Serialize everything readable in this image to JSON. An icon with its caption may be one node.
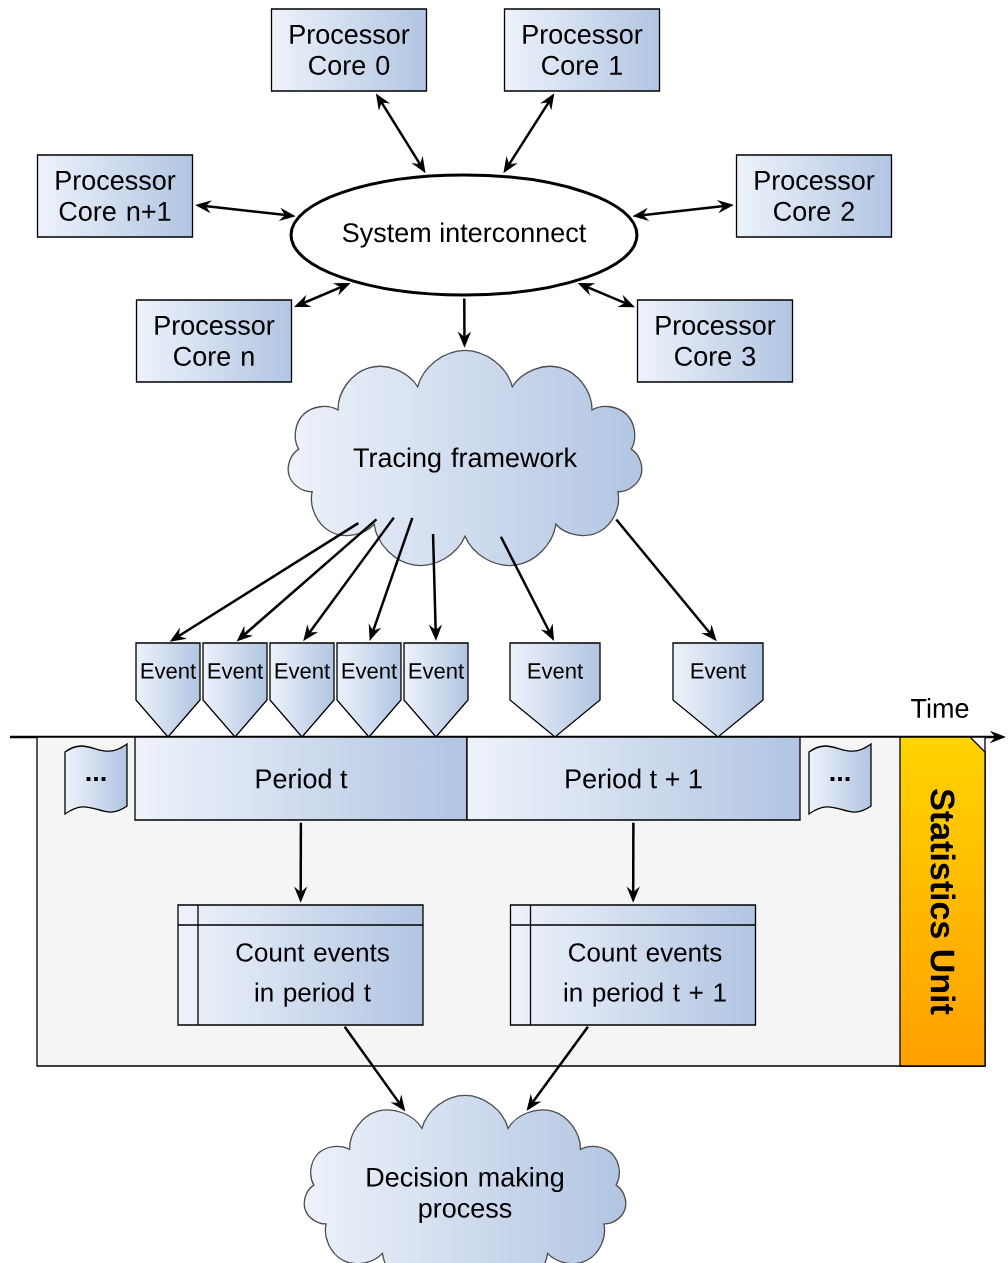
{
  "diagram": {
    "nodes": [
      {
        "text": [
          "Processor Core 0"
        ]
      },
      {
        "text": [
          "Processor Core 1"
        ]
      },
      {
        "text": [
          "Processor Core n+1"
        ]
      },
      {
        "text": [
          "System interconnect"
        ]
      },
      {
        "text": [
          "Processor Core 2"
        ]
      },
      {
        "text": [
          "Processor Core n"
        ]
      },
      {
        "text": [
          "Processor Core 3"
        ]
      },
      {
        "text": [
          "Tracing framework"
        ]
      },
      {
        "text": [
          "Event"
        ]
      },
      {
        "text": [
          "Event"
        ]
      },
      {
        "text": [
          "Event"
        ]
      },
      {
        "text": [
          "Event"
        ]
      },
      {
        "text": [
          "Event"
        ]
      },
      {
        "text": [
          "Event"
        ]
      },
      {
        "text": [
          "Event"
        ]
      },
      {
        "text": [
          "Statistics Unit"
        ]
      },
      {
        "text": [
          "..."
        ],
        "in": 15
      },
      {
        "text": [
          "Period t"
        ],
        "in": 15
      },
      {
        "text": [
          "Period t + 1"
        ],
        "in": 15
      },
      {
        "text": [
          "..."
        ],
        "in": 15
      },
      {
        "text": [
          "Count events in period t"
        ],
        "in": 15
      },
      {
        "text": [
          "Count events in period t + 1"
        ],
        "in": 15
      },
      {
        "text": [
          "Decision making process"
        ]
      }
    ],
    "edges": [
      {
        "from": 0,
        "to": 3,
        "arrow": "both"
      },
      {
        "from": 1,
        "to": 3,
        "arrow": "both"
      },
      {
        "from": 2,
        "to": 3,
        "arrow": "both"
      },
      {
        "from": 4,
        "to": 3,
        "arrow": "both"
      },
      {
        "from": 5,
        "to": 3,
        "arrow": "both"
      },
      {
        "from": 6,
        "to": 3,
        "arrow": "both"
      },
      {
        "from": 3,
        "to": 7,
        "arrow": "to"
      },
      {
        "from": 7,
        "to": 8,
        "arrow": "to"
      },
      {
        "from": 7,
        "to": 9,
        "arrow": "to"
      },
      {
        "from": 7,
        "to": 10,
        "arrow": "to"
      },
      {
        "from": 7,
        "to": 11,
        "arrow": "to"
      },
      {
        "from": 7,
        "to": 12,
        "arrow": "to"
      },
      {
        "from": 7,
        "to": 13,
        "arrow": "to"
      },
      {
        "from": 7,
        "to": 14,
        "arrow": "to"
      },
      {
        "from": 17,
        "to": 20,
        "arrow": "to"
      },
      {
        "from": 18,
        "to": 21,
        "arrow": "to"
      },
      {
        "from": 20,
        "to": 22,
        "arrow": "to"
      },
      {
        "from": 21,
        "to": 22,
        "arrow": "to"
      }
    ],
    "labels": [
      "Time"
    ]
  }
}
